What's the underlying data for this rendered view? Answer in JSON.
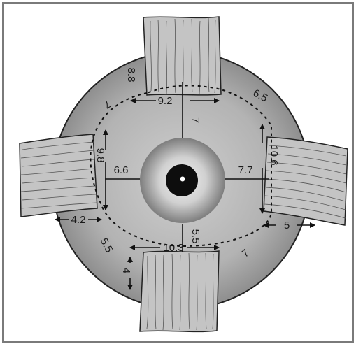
{
  "diagram": {
    "measurements": {
      "sup_insertion": "8.8",
      "sup_width": "9.2",
      "sup_limbus": "7",
      "sup_temporal_arc": "6.5",
      "sup_nasal_arc": "7",
      "med_width": "9.8",
      "med_limbus": "6.6",
      "lat_width": "10.6",
      "lat_limbus": "7.7",
      "inf_width": "10.3",
      "inf_limbus": "5.5",
      "inf_nasal_arc": "5.5",
      "inf_temporal_arc": "7",
      "gap_medial": "4.2",
      "gap_lateral": "5",
      "gap_inferior": "4"
    },
    "colors": {
      "frame": "#7a7a7a",
      "globe": "#a8a8a8",
      "muscle": "#c4c4c4",
      "ink": "#1a1a1a"
    }
  }
}
